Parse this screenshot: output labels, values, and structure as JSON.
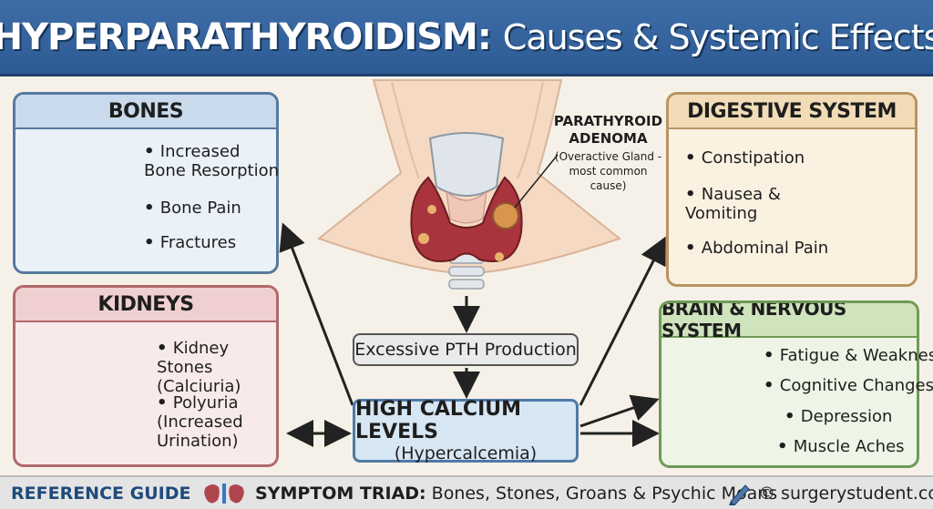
{
  "title": {
    "main": "HYPERPARATHYROIDISM:",
    "sub": "Causes & Systemic Effects"
  },
  "center": {
    "adenoma_title": "PARATHYROID ADENOMA",
    "adenoma_note": "(Overactive Gland - most common cause)",
    "pth": "Excessive PTH Production",
    "calcium_main": "HIGH CALCIUM LEVELS",
    "calcium_sub": "(Hypercalcemia)"
  },
  "panels": {
    "bones": {
      "title": "BONES",
      "items": [
        "Increased Bone Resorption",
        "Bone Pain",
        "Fractures"
      ]
    },
    "kidneys": {
      "title": "KIDNEYS",
      "items": [
        "Kidney Stones (Calciuria)",
        "Polyuria (Increased Urination)"
      ]
    },
    "digestive": {
      "title": "DIGESTIVE SYSTEM",
      "items": [
        "Constipation",
        "Nausea & Vomiting",
        "Abdominal Pain"
      ]
    },
    "brain": {
      "title": "BRAIN & NERVOUS SYSTEM",
      "items": [
        "Fatigue & Weakness",
        "Cognitive Changes",
        "Depression",
        "Muscle Aches"
      ]
    }
  },
  "footer": {
    "reference": "REFERENCE GUIDE",
    "triad_label": "SYMPTOM TRIAD:",
    "triad_text": "Bones, Stones, Groans & Psychic Moans",
    "credit": "© surgerystudent.com"
  },
  "colors": {
    "title_bar": "#2d5a93",
    "bones": "#c9daec",
    "kidneys": "#efcfcf",
    "digestive": "#f1dcb7",
    "brain": "#cfe3bd"
  },
  "icons": [
    "bone-icon",
    "kidney-icon",
    "neck-thyroid-icon",
    "stomach-icon",
    "intestine-icon",
    "brain-icon",
    "pen-icon"
  ]
}
